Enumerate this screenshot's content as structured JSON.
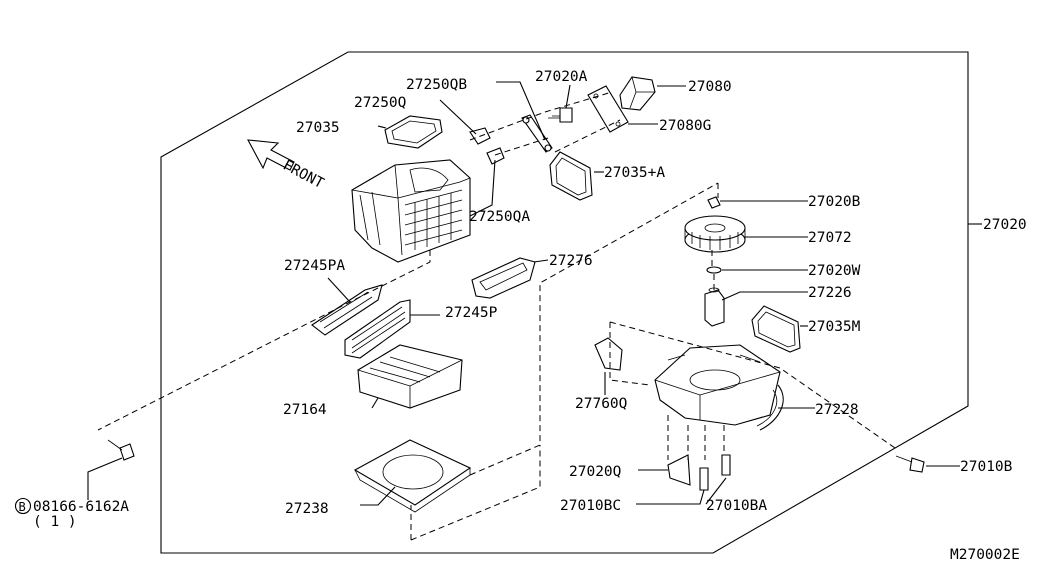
{
  "diagram_code": "M270002E",
  "front_label": "FRONT",
  "labels": {
    "p27250QB": "27250QB",
    "p27020A": "27020A",
    "p27080": "27080",
    "p27250Q": "27250Q",
    "p27035": "27035",
    "p27080G": "27080G",
    "p27035A": "27035+A",
    "p27250QA": "27250QA",
    "p27020B": "27020B",
    "p27020": "27020",
    "p27072": "27072",
    "p27245PA": "27245PA",
    "p27276": "27276",
    "p27020W": "27020W",
    "p27226": "27226",
    "p27245P": "27245P",
    "p27035M": "27035M",
    "p27164": "27164",
    "p27760Q": "27760Q",
    "p27228": "27228",
    "p27020Q": "27020Q",
    "p27010B": "27010B",
    "p27238": "27238",
    "p27010BC": "27010BC",
    "p27010BA": "27010BA",
    "bolt_circle": "B",
    "bolt_part": "08166-6162A",
    "bolt_qty": "( 1 )"
  }
}
